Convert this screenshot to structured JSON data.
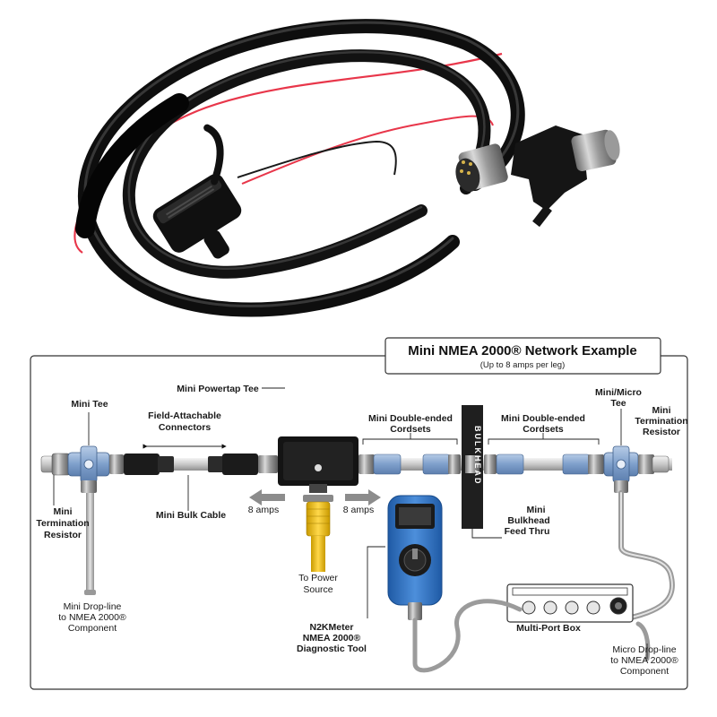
{
  "title": "Mini NMEA 2000® Network Example",
  "subtitle": "(Up to 8 amps per leg)",
  "labels": {
    "mini_tee": "Mini Tee",
    "field_attachable_1": "Field-Attachable",
    "field_attachable_2": "Connectors",
    "mini_powertap_tee": "Mini Powertap Tee",
    "mini_double_ended_left_1": "Mini Double-ended",
    "mini_double_ended_left_2": "Cordsets",
    "mini_double_ended_right_1": "Mini Double-ended",
    "mini_double_ended_right_2": "Cordsets",
    "mini_micro_tee_1": "Mini/Micro",
    "mini_micro_tee_2": "Tee",
    "mini_term_right_1": "Mini",
    "mini_term_right_2": "Termination",
    "mini_term_right_3": "Resistor",
    "mini_term_left_1": "Mini",
    "mini_term_left_2": "Termination",
    "mini_term_left_3": "Resistor",
    "mini_bulk_cable": "Mini Bulk Cable",
    "amps_left": "8 amps",
    "amps_right": "8 amps",
    "to_power_1": "To Power",
    "to_power_2": "Source",
    "bulkhead": "BULKHEAD",
    "mini_bulkhead_1": "Mini",
    "mini_bulkhead_2": "Bulkhead",
    "mini_bulkhead_3": "Feed Thru",
    "mini_drop_1": "Mini Drop-line",
    "mini_drop_2": "to NMEA 2000®",
    "mini_drop_3": "Component",
    "n2kmeter_1": "N2KMeter",
    "n2kmeter_2": "NMEA 2000®",
    "n2kmeter_3": "Diagnostic Tool",
    "multi_port_box": "Multi-Port Box",
    "micro_drop_1": "Micro Drop-line",
    "micro_drop_2": "to NMEA 2000®",
    "micro_drop_3": "Component"
  },
  "colors": {
    "cable": "#1c1c1c",
    "wire_red": "#e8364a",
    "connector_blue": "#8aa8cf",
    "meter_blue": "#2f6fc0",
    "power_yellow": "#f2c300",
    "arrow_gray": "#8c8c8c"
  },
  "icons": [
    "fuse-holder-icon",
    "m12-connector-icon",
    "tee-connector-icon",
    "n2kmeter-icon"
  ]
}
